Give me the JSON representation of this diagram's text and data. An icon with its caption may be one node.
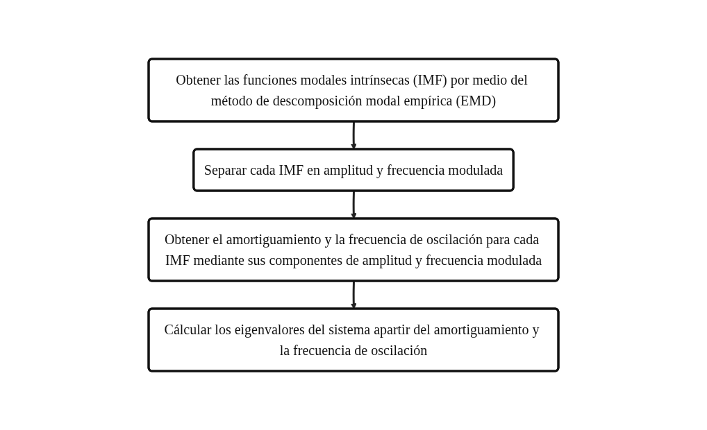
{
  "diagram": {
    "nodes": [
      {
        "text": [
          "Obtener las funciones modales intrínsecas (IMF) por medio del método de descomposición modal empírica (EMD)"
        ]
      },
      {
        "text": [
          "Separar cada IMF en amplitud y frecuencia modulada"
        ]
      },
      {
        "text": [
          "Obtener el amortiguamiento y la frecuencia de oscilación para cada IMF mediante sus componentes de amplitud y frecuencia modulada"
        ]
      },
      {
        "text": [
          "Cálcular los eigenvalores del sistema apartir del amortiguamiento y la frecuencia de oscilación"
        ]
      }
    ],
    "edges": [
      {
        "from": 0,
        "to": 1,
        "arrow": "to"
      },
      {
        "from": 1,
        "to": 2,
        "arrow": "to"
      },
      {
        "from": 2,
        "to": 3,
        "arrow": "to"
      }
    ]
  }
}
